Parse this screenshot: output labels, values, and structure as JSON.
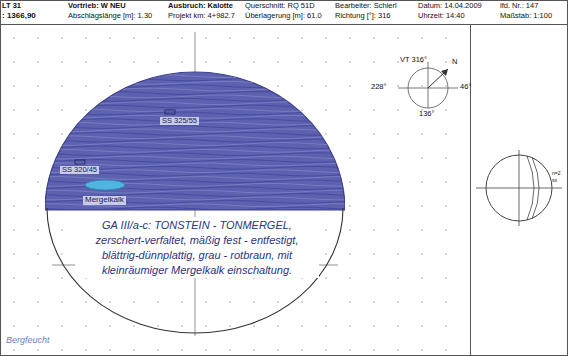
{
  "diagram": {
    "nodes": [
      {
        "text": [
          "GA III/a-c: TONSTEIN - TONMERGEL, zerschert-verfaltet, mäßig fest - entfestigt, blättrig-dünnplattig, grau - rotbraun, mit kleinräumiger Mergelkalk einschaltung."
        ]
      }
    ],
    "labels": [
      "LT 31",
      "Vortrieb: W NEU",
      "Ausbruch: Kalotte",
      "Querschnitt: RQ 51D",
      "Bearbeiter: Schierl",
      "Datum: 14.04.2009",
      "lfd. Nr.: 147",
      ": 1366,90",
      "Abschlagslänge [m]: 1.30",
      "Projekt km: 4+982.7",
      "Überlagerung [m]: 61.0",
      "Richtung [°]: 316",
      "Uhrzeit: 14:40",
      "Maßstab: 1:100",
      "VT 316°",
      "N",
      "228°",
      "46°",
      "136°",
      "SS 325/55",
      "SS 320/45",
      "Mergelkalk",
      "Bergfeucht",
      "n=2",
      "ss"
    ]
  }
}
